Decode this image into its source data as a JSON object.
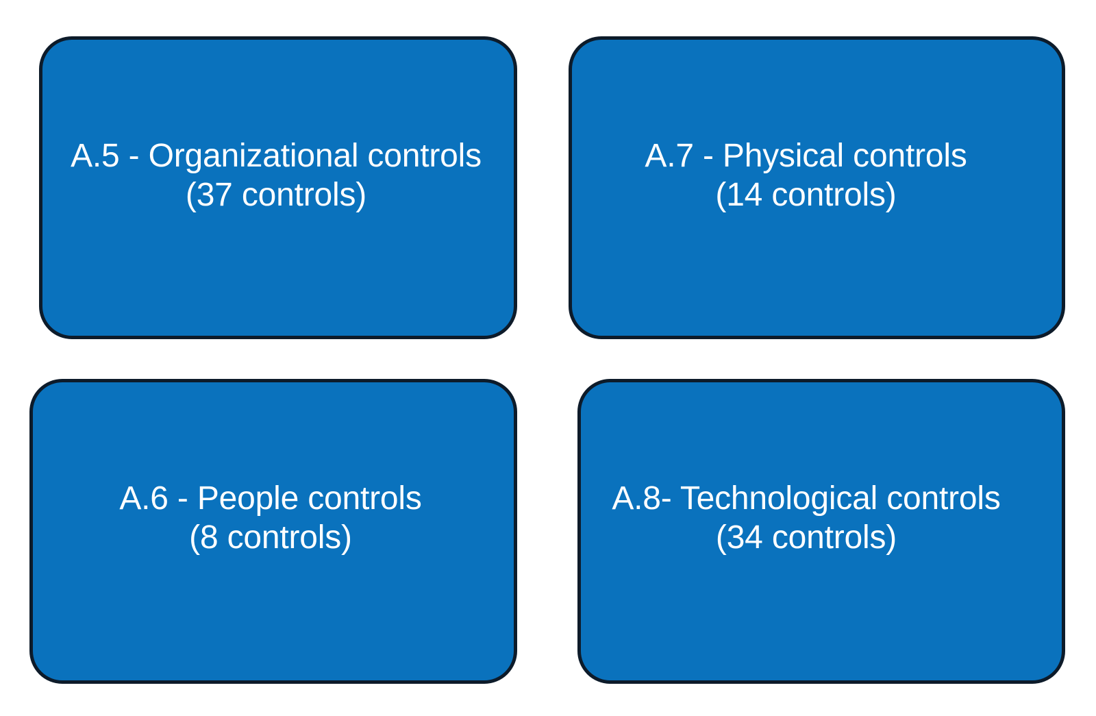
{
  "diagram": {
    "type": "grid-of-boxes",
    "rows": 2,
    "columns": 2,
    "background_color": "#ffffff",
    "box_fill_color": "#0a72bd",
    "box_border_color": "#0d1b2a",
    "box_text_color": "#ffffff",
    "boxes": [
      {
        "id": "a5",
        "position": "top-left",
        "code": "A.5",
        "separator": " - ",
        "title": "Organizational controls",
        "count": 37,
        "count_label": "(37 controls)",
        "line1": "A.5 - Organizational controls",
        "line2": "(37 controls)",
        "text": "A.5 - Organizational controls\n(37 controls)"
      },
      {
        "id": "a7",
        "position": "top-right",
        "code": "A.7",
        "separator": " - ",
        "title": "Physical controls",
        "count": 14,
        "count_label": "(14 controls)",
        "line1": "A.7 - Physical controls",
        "line2": "(14 controls)",
        "text": "A.7 - Physical controls\n(14 controls)"
      },
      {
        "id": "a6",
        "position": "bottom-left",
        "code": "A.6",
        "separator": " - ",
        "title": "People controls",
        "count": 8,
        "count_label": "(8 controls)",
        "line1": "A.6 - People controls",
        "line2": "(8 controls)",
        "text": "A.6 - People controls\n(8 controls)"
      },
      {
        "id": "a8",
        "position": "bottom-right",
        "code": "A.8",
        "separator": "- ",
        "title": "Technological controls",
        "count": 34,
        "count_label": "(34 controls)",
        "line1": "A.8- Technological controls",
        "line2": "(34 controls)",
        "text": "A.8- Technological controls\n(34 controls)"
      }
    ]
  }
}
